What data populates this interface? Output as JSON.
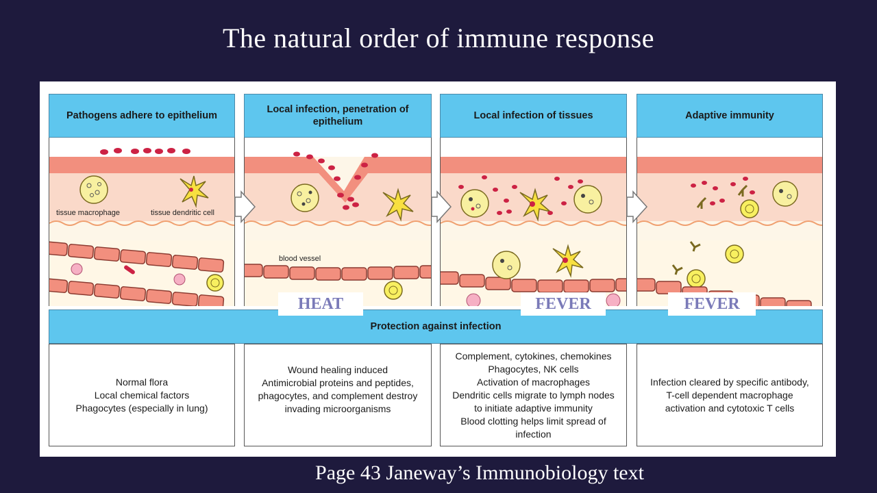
{
  "slide": {
    "title": "The natural order of immune response",
    "footer": "Page 43 Janeway’s Immunobiology text"
  },
  "diagram": {
    "panels": [
      {
        "heading": "Pathogens adhere to epithelium",
        "description": [
          "Normal flora",
          "Local chemical factors",
          "Phagocytes (especially in lung)"
        ]
      },
      {
        "heading": "Local infection, penetration of epithelium",
        "description": [
          "Wound healing induced",
          "Antimicrobial proteins and peptides,",
          "phagocytes, and complement destroy",
          "invading microorganisms"
        ]
      },
      {
        "heading": "Local infection of tissues",
        "description": [
          "Complement, cytokines, chemokines",
          "Phagocytes, NK cells",
          "Activation of macrophages",
          "Dendritic cells migrate to lymph nodes",
          "to initiate adaptive immunity",
          "Blood clotting helps limit spread of",
          "infection"
        ]
      },
      {
        "heading": "Adaptive immunity",
        "description": [
          "Infection cleared by specific antibody,",
          "T-cell dependent macrophage",
          "activation and cytotoxic T cells"
        ]
      }
    ],
    "labels": {
      "tissue_macrophage": "tissue macrophage",
      "tissue_dendritic_cell": "tissue dendritic cell",
      "blood_vessel": "blood vessel"
    },
    "protection_bar": "Protection against infection",
    "overlay_tags": [
      "HEAT",
      "FEVER",
      "FEVER"
    ]
  }
}
